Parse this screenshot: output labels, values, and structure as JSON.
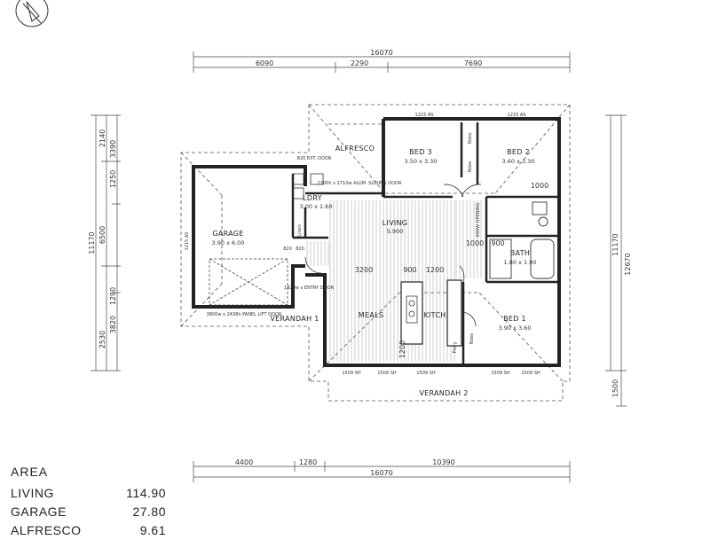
{
  "dimensions": {
    "overall_top": "16070",
    "top_segments": [
      "6090",
      "2290",
      "7690"
    ],
    "overall_bottom": "16070",
    "bottom_segments": [
      "4400",
      "1280",
      "10390"
    ],
    "left_outer": "11170",
    "left_segments": [
      "2140",
      "3390",
      "1250",
      "6500",
      "1290",
      "3820",
      "2530"
    ],
    "right_outer": "12670",
    "right_inner": "11170",
    "right_segment": "1500"
  },
  "rooms": {
    "garage": {
      "label": "GARAGE",
      "size": "3.90 x 6.00"
    },
    "alfresco": {
      "label": "ALFRESCO"
    },
    "bed3": {
      "label": "BED 3",
      "size": "3.50 x 3.30"
    },
    "bed2": {
      "label": "BED 2",
      "size": "3.60 x 3.30"
    },
    "ldry": {
      "label": "LDRY",
      "size": "3.00 x 1.60"
    },
    "living": {
      "label": "LIVING",
      "size": "5.900"
    },
    "meals": {
      "label": "MEALS"
    },
    "kitch": {
      "label": "KITCH"
    },
    "bath": {
      "label": "BATH",
      "size": "1.80 x 1.90"
    },
    "bed1": {
      "label": "BED 1",
      "size": "3.90 x 3.60"
    },
    "verandah1": {
      "label": "VERANDAH 1"
    },
    "verandah2": {
      "label": "VERANDAH 2"
    }
  },
  "annotations": {
    "robe1": "Robe",
    "robe2": "Robe",
    "robe3": "Robe",
    "linen": "Linen",
    "pantry": "Pntry",
    "panel_door": "3800w x 2438h PANEL LIFT DOOR",
    "entry_door": "1820w x ENTRY DOOR",
    "sliding_door": "2100h x 2710w ALUM. SLIDING DOOR",
    "ext_door": "820 EXT. DOOR",
    "opening": "900W OPENING",
    "dim_3200": "3200",
    "dim_900": "900",
    "dim_1200": "1200",
    "dim_1000a": "1000",
    "dim_1000b": "1000",
    "dim_900b": "900",
    "dim_1200v": "1200",
    "as1": "1215 AS",
    "as2": "1215 AS",
    "sh1": "1509 SH",
    "sh2": "1509 SH",
    "sh3": "1509 SH",
    "sh4": "1509 SH",
    "sh5": "1509 SH",
    "d820": "820",
    "d820b": "820"
  },
  "area_table": {
    "title": "AREA",
    "rows": [
      {
        "name": "LIVING",
        "value": "114.90"
      },
      {
        "name": "GARAGE",
        "value": "27.80"
      },
      {
        "name": "ALFRESCO",
        "value": "9.61"
      }
    ]
  }
}
